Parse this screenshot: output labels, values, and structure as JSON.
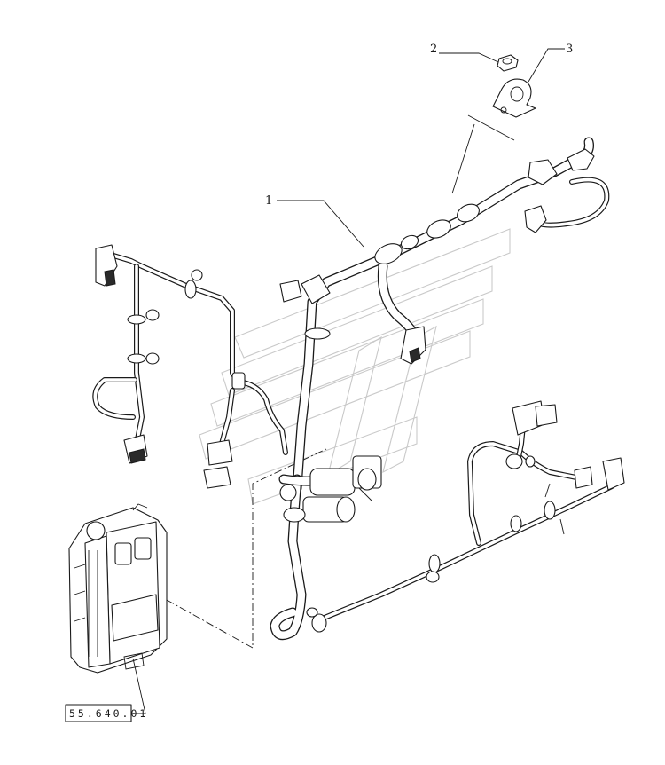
{
  "callouts": {
    "item_1": "1",
    "item_2": "2",
    "item_3": "3"
  },
  "reference_box": {
    "label": "55.640.01"
  }
}
